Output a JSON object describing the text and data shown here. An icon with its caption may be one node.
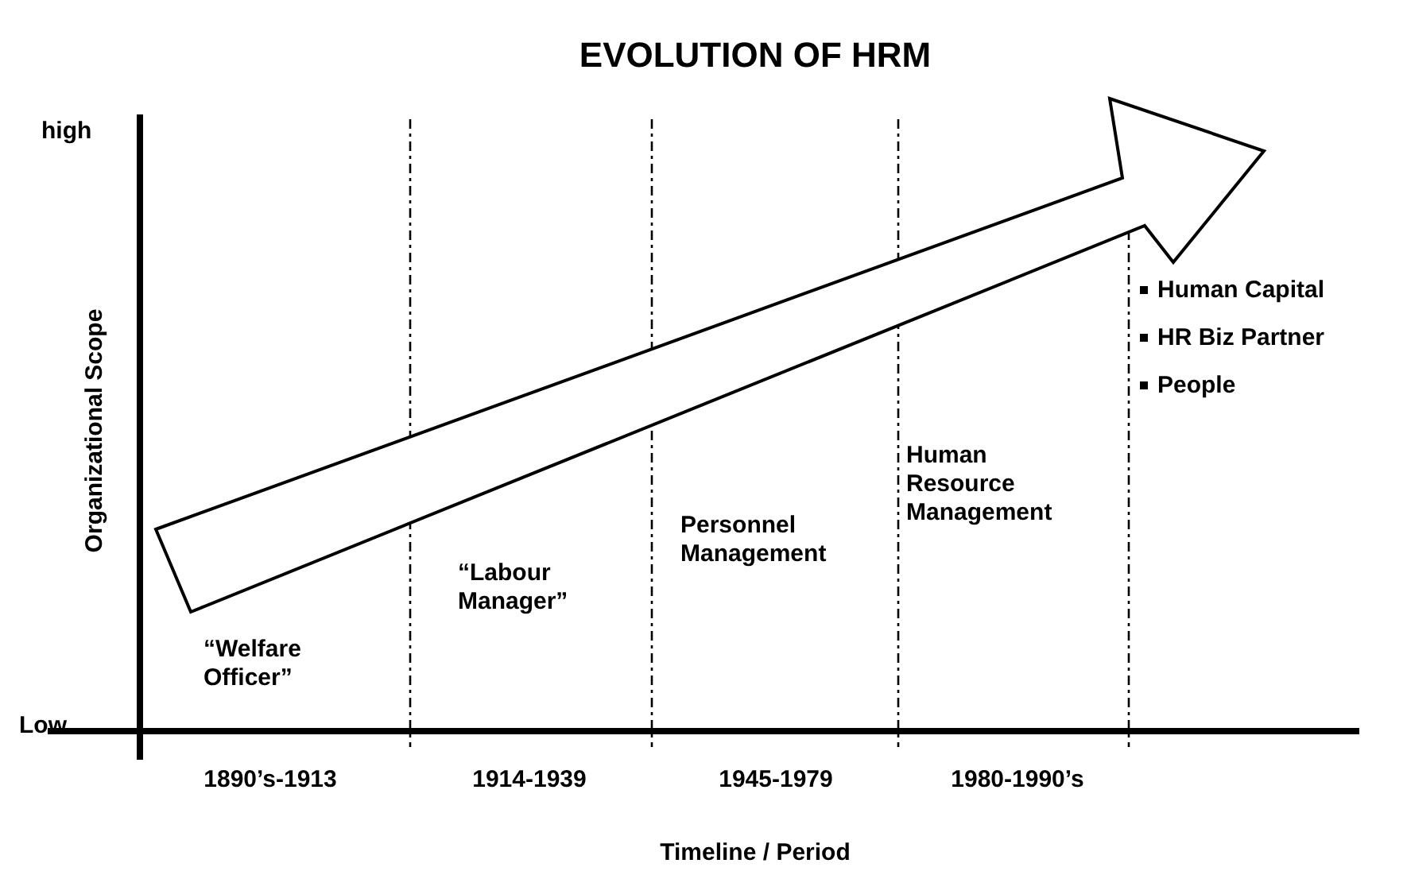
{
  "diagram": {
    "title": "EVOLUTION OF HRM",
    "labels": [
      "high",
      "Low",
      "Organizational Scope",
      "“Welfare Officer”",
      "“Labour Manager”",
      "Personnel Management",
      "Human Resource Management",
      "Human Capital",
      "HR Biz Partner",
      "People",
      "1890’s-1913",
      "1914-1939",
      "1945-1979",
      "1980-1990’s",
      "Timeline / Period"
    ]
  }
}
